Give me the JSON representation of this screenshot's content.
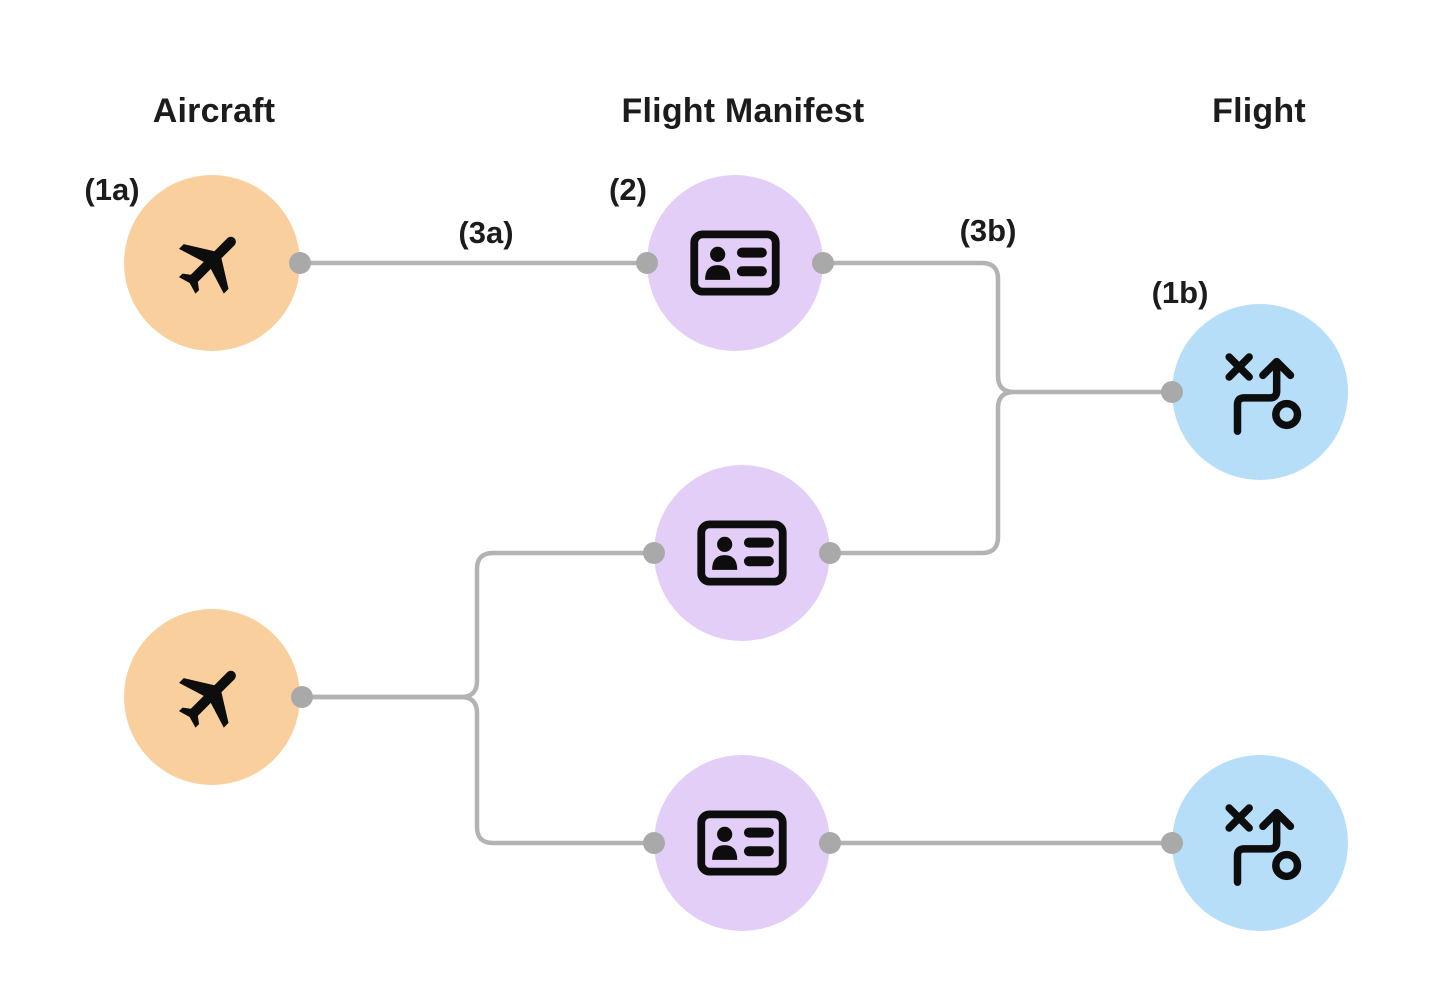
{
  "columns": [
    {
      "id": "aircraft",
      "title": "Aircraft"
    },
    {
      "id": "flight-manifest",
      "title": "Flight Manifest"
    },
    {
      "id": "flight",
      "title": "Flight"
    }
  ],
  "annotations": {
    "a1a": "(1a)",
    "a2": "(2)",
    "a3a": "(3a)",
    "a3b": "(3b)",
    "a1b": "(1b)"
  },
  "nodes": [
    {
      "id": "aircraft-1",
      "entity": "Aircraft",
      "icon": "airplane-icon",
      "annotation": "(1a)",
      "color": "#f9cf9d"
    },
    {
      "id": "aircraft-2",
      "entity": "Aircraft",
      "icon": "airplane-icon",
      "annotation": null,
      "color": "#f9cf9d"
    },
    {
      "id": "manifest-1",
      "entity": "Flight Manifest",
      "icon": "id-card-icon",
      "annotation": "(2)",
      "color": "#e3cef7"
    },
    {
      "id": "manifest-2",
      "entity": "Flight Manifest",
      "icon": "id-card-icon",
      "annotation": null,
      "color": "#e3cef7"
    },
    {
      "id": "manifest-3",
      "entity": "Flight Manifest",
      "icon": "id-card-icon",
      "annotation": null,
      "color": "#e3cef7"
    },
    {
      "id": "flight-1",
      "entity": "Flight",
      "icon": "strategy-icon",
      "annotation": "(1b)",
      "color": "#b7def8"
    },
    {
      "id": "flight-2",
      "entity": "Flight",
      "icon": "strategy-icon",
      "annotation": null,
      "color": "#b7def8"
    }
  ],
  "edges": [
    {
      "from": "aircraft-1",
      "to": "manifest-1",
      "label": "(3a)"
    },
    {
      "from": "manifest-1",
      "to": "flight-1",
      "label": "(3b)"
    },
    {
      "from": "manifest-2",
      "to": "flight-1",
      "label": null
    },
    {
      "from": "aircraft-2",
      "to": "manifest-2",
      "label": null
    },
    {
      "from": "aircraft-2",
      "to": "manifest-3",
      "label": null
    },
    {
      "from": "manifest-3",
      "to": "flight-2",
      "label": null
    }
  ],
  "colors": {
    "aircraft_node": "#f9cf9d",
    "manifest_node": "#e3cef7",
    "flight_node": "#b7def8",
    "edge_line": "#b3b3b3",
    "port_dot": "#a9a9a9",
    "icon": "#0d0d0d",
    "text": "#1c1c1c",
    "background": "#ffffff"
  }
}
